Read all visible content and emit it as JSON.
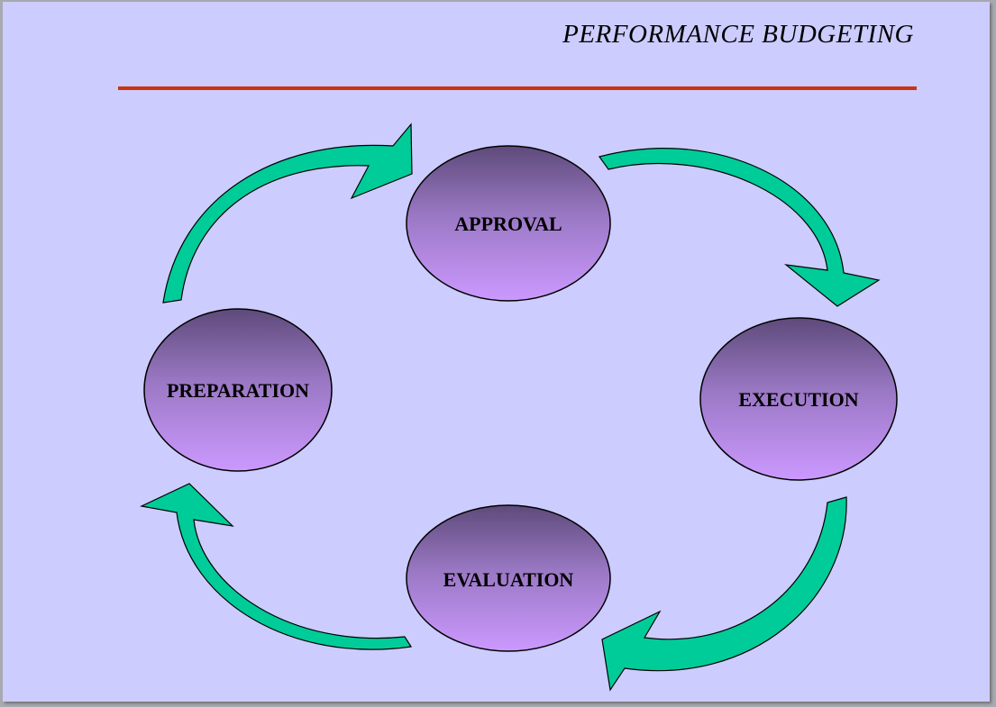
{
  "title": "PERFORMANCE BUDGETING",
  "colors": {
    "background": "#ccccff",
    "title_rule": "#cc3311",
    "arrow_fill": "#00cc99",
    "node_gradient_top": "#5e4a7a",
    "node_gradient_bottom": "#cc99ff"
  },
  "cycle": {
    "direction": "clockwise",
    "stages": [
      {
        "id": "approval",
        "label": "APPROVAL"
      },
      {
        "id": "execution",
        "label": "EXECUTION"
      },
      {
        "id": "evaluation",
        "label": "EVALUATION"
      },
      {
        "id": "preparation",
        "label": "PREPARATION"
      }
    ]
  }
}
